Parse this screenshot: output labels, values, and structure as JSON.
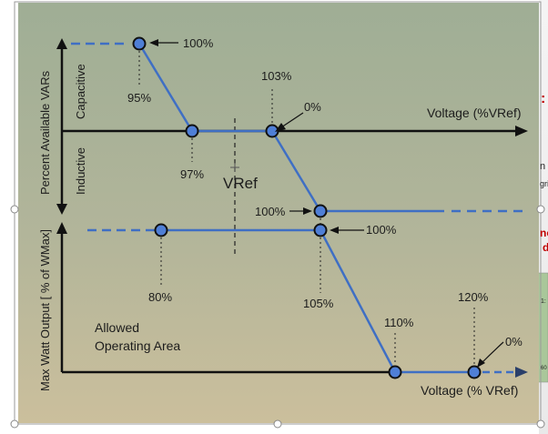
{
  "axes": {
    "top_y_label": "Percent Available VARs",
    "capacitive": "Capacitive",
    "inductive": "Inductive",
    "top_x_label": "Voltage (%VRef)",
    "bottom_y_label": "Max Watt Output [ % of WMax]",
    "bottom_x_label": "Voltage (% VRef)",
    "vref": "VRef"
  },
  "volt_var": {
    "p100_cap": "100%",
    "p95": "95%",
    "p97": "97%",
    "p103": "103%",
    "p0": "0%",
    "p100_ind": "100%"
  },
  "volt_watt": {
    "p80": "80%",
    "p105": "105%",
    "p100": "100%",
    "p110": "110%",
    "p120": "120%",
    "p0": "0%",
    "allowed_area_line1": "Allowed",
    "allowed_area_line2": "Operating Area"
  },
  "right_edge": {
    "colon": ":",
    "n_frag": "n",
    "gri_frag": "gri",
    "nc_frag": "nc",
    "d_frag": "d",
    "num_frag": "1:",
    "small_frag": "60"
  },
  "colors": {
    "panel_top": "#9fae95",
    "panel_bottom": "#c8bc9a",
    "curve": "#3f6fc4",
    "marker_fill": "#4f7fd6",
    "axis": "#111111",
    "accent_red": "#c00000"
  }
}
